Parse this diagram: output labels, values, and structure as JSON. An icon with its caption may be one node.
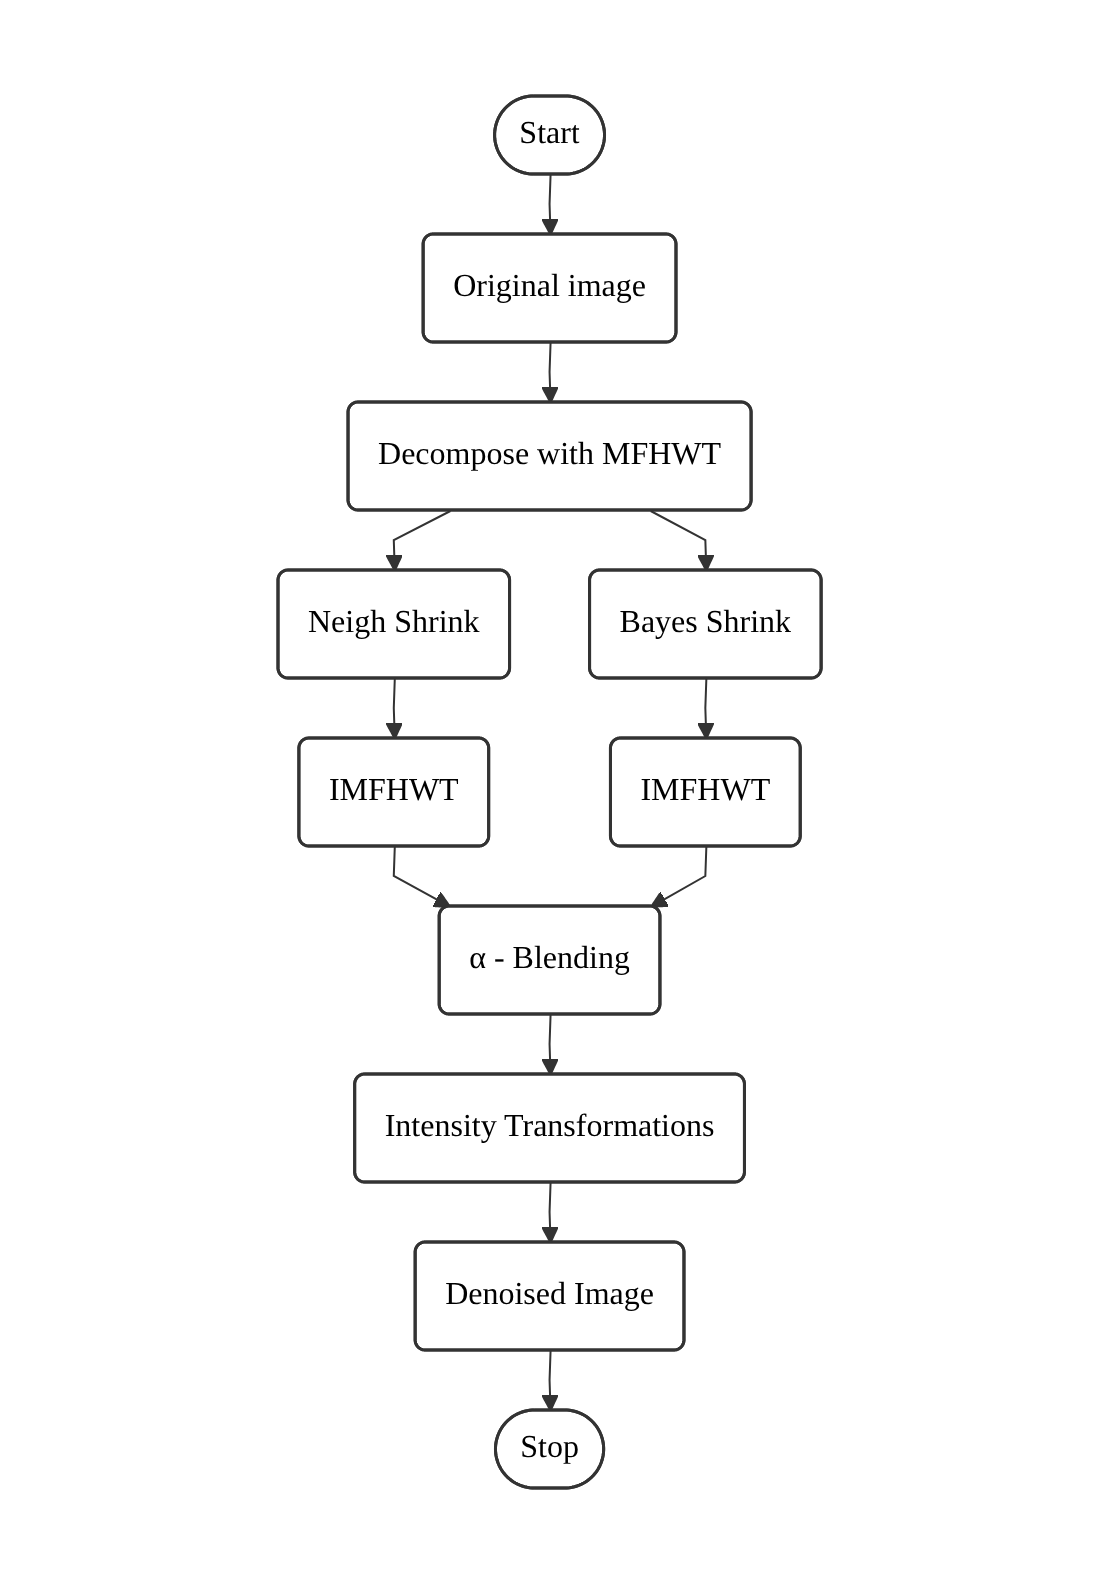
{
  "diagram": {
    "nodes": [
      {
        "text": [
          "Start"
        ]
      },
      {
        "text": [
          "Original image"
        ]
      },
      {
        "text": [
          "Decompose with MFHWT"
        ]
      },
      {
        "text": [
          "Neigh Shrink"
        ]
      },
      {
        "text": [
          "Bayes Shrink"
        ]
      },
      {
        "text": [
          "IMFHWT"
        ]
      },
      {
        "text": [
          "IMFHWT"
        ]
      },
      {
        "text": [
          "α - Blending"
        ]
      },
      {
        "text": [
          "Intensity Transformations"
        ]
      },
      {
        "text": [
          "Denoised Image"
        ]
      },
      {
        "text": [
          "Stop"
        ]
      }
    ],
    "edges": [
      {
        "from": 0,
        "to": 1,
        "arrow": "to"
      },
      {
        "from": 1,
        "to": 2,
        "arrow": "to"
      },
      {
        "from": 2,
        "to": 3,
        "arrow": "to"
      },
      {
        "from": 2,
        "to": 4,
        "arrow": "to"
      },
      {
        "from": 3,
        "to": 5,
        "arrow": "to"
      },
      {
        "from": 4,
        "to": 6,
        "arrow": "to"
      },
      {
        "from": 5,
        "to": 7,
        "arrow": "to"
      },
      {
        "from": 6,
        "to": 7,
        "arrow": "to"
      },
      {
        "from": 7,
        "to": 8,
        "arrow": "to"
      },
      {
        "from": 8,
        "to": 9,
        "arrow": "to"
      },
      {
        "from": 9,
        "to": 10,
        "arrow": "to"
      }
    ]
  }
}
